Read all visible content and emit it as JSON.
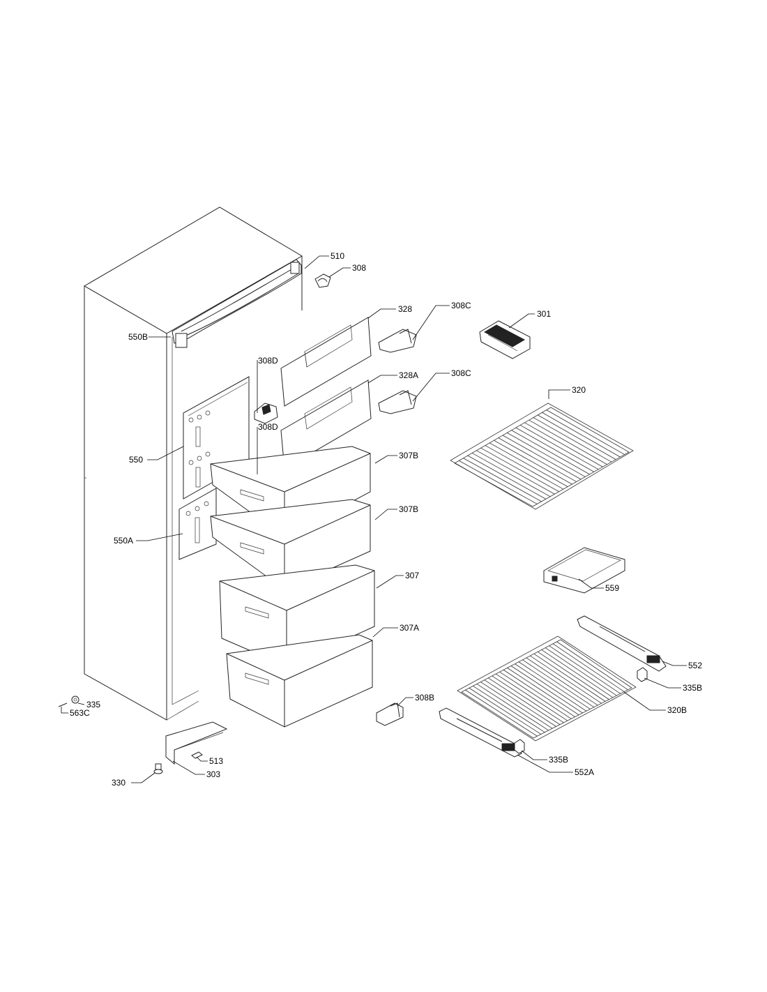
{
  "labels": {
    "l510": "510",
    "l308": "308",
    "l328": "328",
    "l308c_a": "308C",
    "l301": "301",
    "l550b": "550B",
    "l308d_a": "308D",
    "l328a": "328A",
    "l308c_b": "308C",
    "l320": "320",
    "l308d_b": "308D",
    "l550": "550",
    "l307b_a": "307B",
    "l307b_b": "307B",
    "l550a": "550A",
    "l307": "307",
    "l559": "559",
    "l307a": "307A",
    "l552": "552",
    "l335b_a": "335B",
    "l335": "335",
    "l563c": "563C",
    "l308b": "308B",
    "l320b": "320B",
    "l513": "513",
    "l303": "303",
    "l335b_b": "335B",
    "l330": "330",
    "l552a": "552A"
  }
}
